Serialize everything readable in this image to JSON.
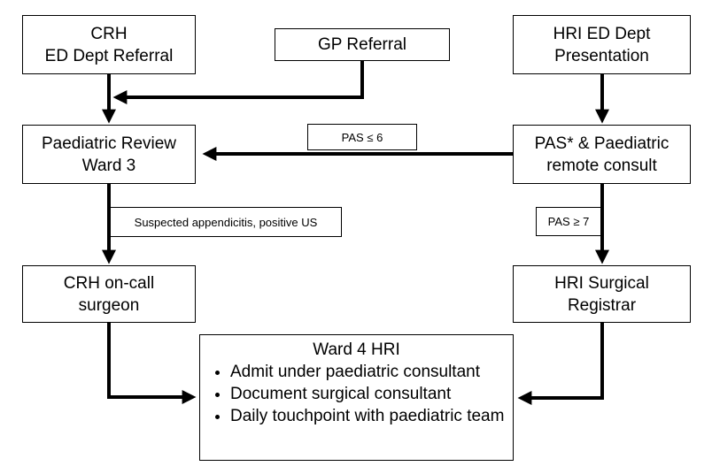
{
  "boxes": {
    "crh_ed": {
      "line1": "CRH",
      "line2": "ED Dept Referral"
    },
    "gp": {
      "line1": "GP Referral"
    },
    "hri_ed": {
      "line1": "HRI ED Dept",
      "line2": "Presentation"
    },
    "paed_review": {
      "line1": "Paediatric Review",
      "line2": "Ward 3"
    },
    "pas_consult": {
      "line1": "PAS* & Paediatric",
      "line2": "remote consult"
    },
    "crh_surgeon": {
      "line1": "CRH on-call",
      "line2": "surgeon"
    },
    "hri_registrar": {
      "line1": "HRI Surgical",
      "line2": "Registrar"
    }
  },
  "labels": {
    "pas_low": "PAS ≤ 6",
    "pas_high": "PAS ≥ 7",
    "appendicitis": "Suspected appendicitis, positive US"
  },
  "ward4": {
    "title": "Ward 4 HRI",
    "items": [
      "Admit under paediatric consultant",
      "Document surgical consultant",
      "Daily touchpoint with paediatric team"
    ]
  }
}
